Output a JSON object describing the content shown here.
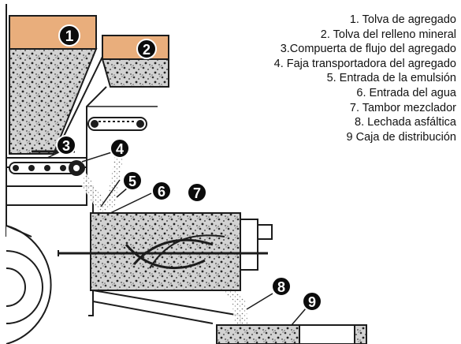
{
  "legend": [
    "1. Tolva de agregado",
    "2. Tolva del relleno mineral",
    "3.Compuerta de flujo del agregado",
    "4. Faja transportadora del agregado",
    "5. Entrada de la emulsión",
    "6. Entrada del agua",
    "7. Tambor mezclador",
    "8. Lechada asfáltica",
    "9 Caja de distribución"
  ],
  "markers": [
    "1",
    "2",
    "3",
    "4",
    "5",
    "6",
    "7",
    "8",
    "9"
  ],
  "colors": {
    "hopper_fill": "#e9ae7c",
    "line": "#1c1c1c",
    "marker_fill": "#0c0c0c",
    "background": "#ffffff"
  }
}
